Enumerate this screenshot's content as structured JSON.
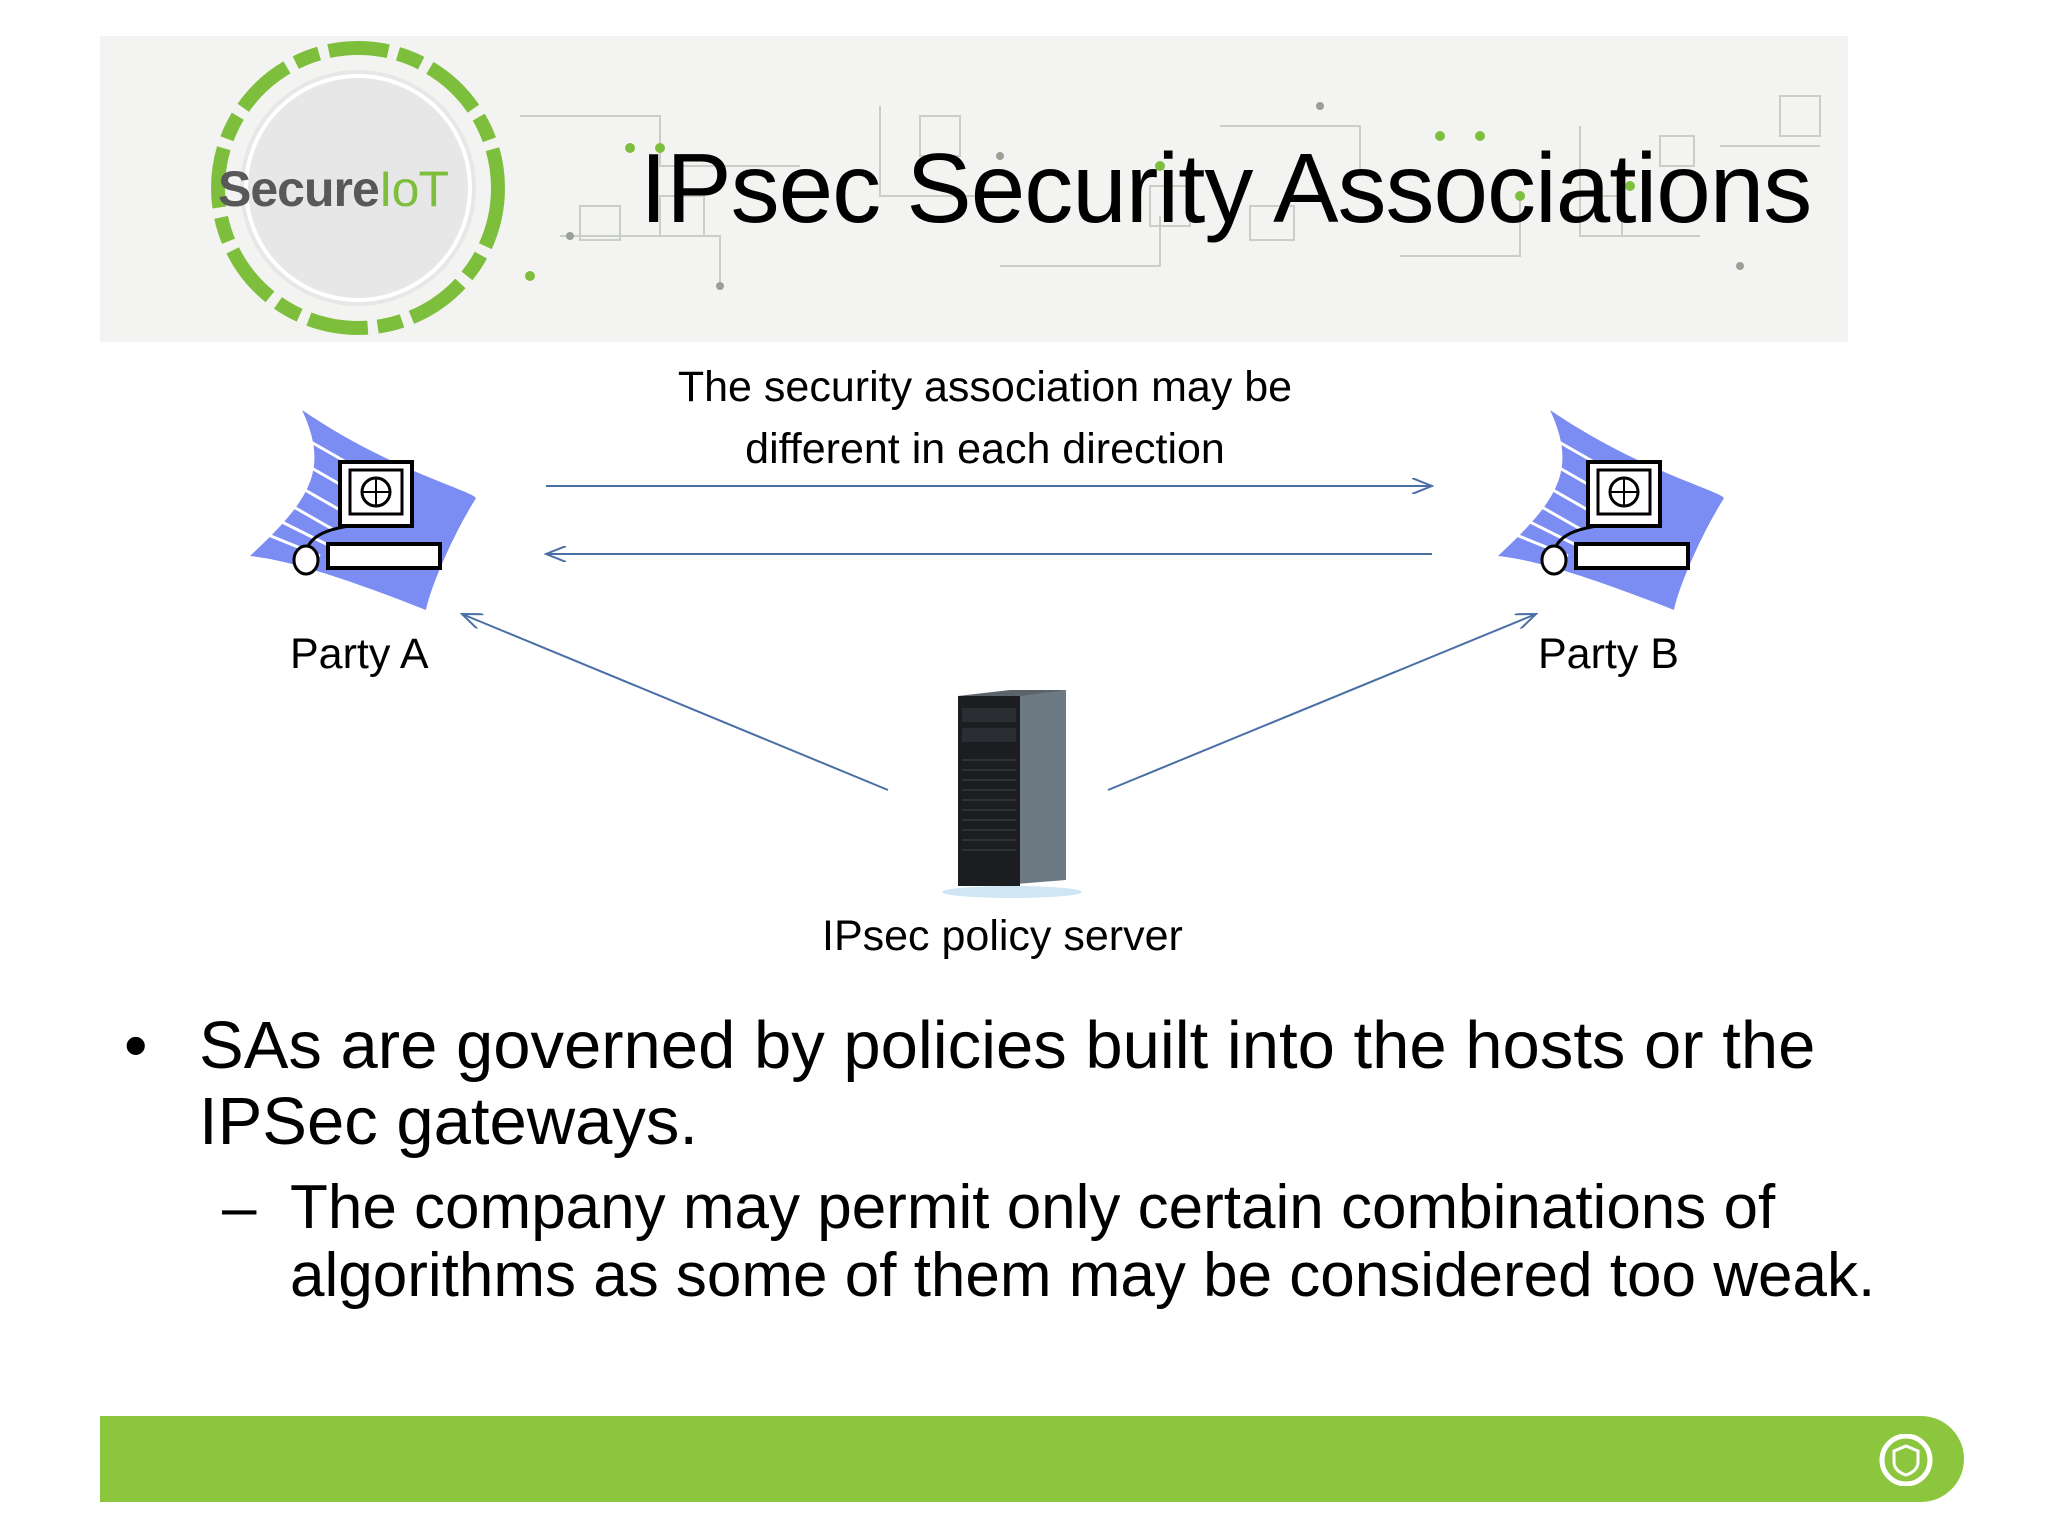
{
  "logo": {
    "text_main": "Secure",
    "text_accent": "IoT"
  },
  "title": "IPsec Security Associations",
  "diagram": {
    "caption_line1": "The security association may be",
    "caption_line2": "different in each direction",
    "party_a_label": "Party A",
    "party_b_label": "Party B",
    "server_label": "IPsec policy server"
  },
  "bullets": [
    {
      "marker": "•",
      "text": "SAs are governed by policies built into the hosts or the IPSec gateways."
    }
  ],
  "sub_bullets": [
    {
      "marker": "–",
      "text": "The company may permit only certain combinations of algorithms as some of them may be considered too weak."
    }
  ],
  "colors": {
    "accent_green": "#8cc63f",
    "arrow_blue": "#4a6fa5",
    "computer_wave": "#7b8cf2"
  },
  "icons": [
    "securiot-logo-icon",
    "computer-icon",
    "server-icon",
    "shield-icon"
  ]
}
